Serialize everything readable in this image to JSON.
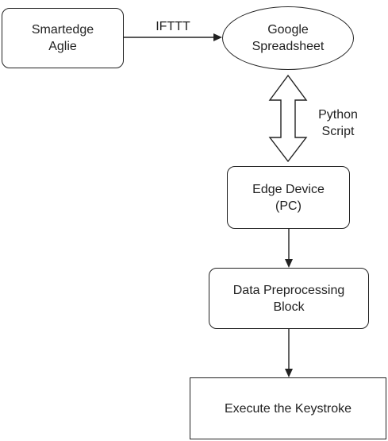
{
  "nodes": {
    "smartedge": {
      "line1": "Smartedge",
      "line2": "Aglie"
    },
    "google_sheet": {
      "line1": "Google",
      "line2": "Spreadsheet"
    },
    "edge_device": {
      "line1": "Edge Device",
      "line2": "(PC)"
    },
    "preprocessing": {
      "line1": "Data Preprocessing",
      "line2": "Block"
    },
    "keystroke": {
      "line1": "Execute the Keystroke"
    }
  },
  "edges": {
    "ifttt": {
      "label": "IFTTT"
    },
    "python": {
      "line1": "Python",
      "line2": "Script"
    }
  },
  "colors": {
    "stroke": "#222222",
    "fill": "#ffffff",
    "text": "#222222"
  }
}
